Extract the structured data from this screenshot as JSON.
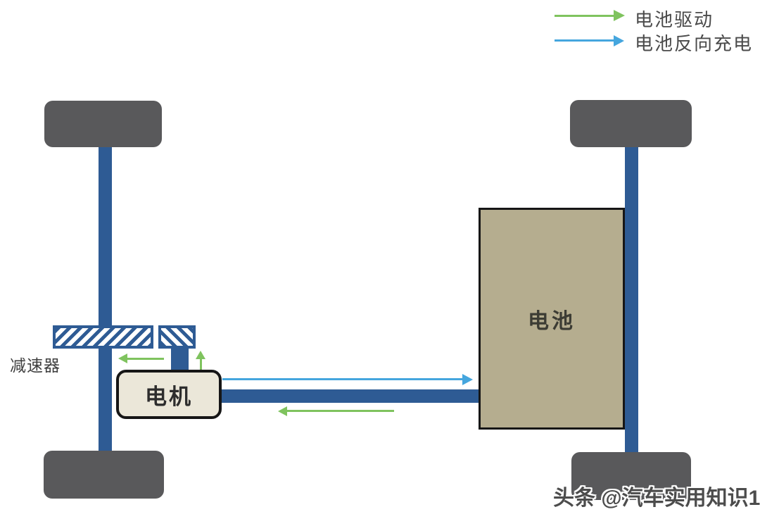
{
  "legend": {
    "items": [
      {
        "id": "battery-drive",
        "label": "电池驱动",
        "arrow_color": "#7fc35e"
      },
      {
        "id": "battery-reverse-charge",
        "label": "电池反向充电",
        "arrow_color": "#45a6de"
      }
    ]
  },
  "components": {
    "battery": {
      "label": "电池",
      "fill": "#b5ad8f"
    },
    "motor": {
      "label": "电机",
      "fill": "#ebe7d9"
    },
    "reducer": {
      "label": "减速器"
    }
  },
  "flows": [
    {
      "name": "reducer-output",
      "direction": "left",
      "color": "#7fc35e"
    },
    {
      "name": "motor-to-reducer",
      "direction": "up",
      "color": "#7fc35e"
    },
    {
      "name": "motor-to-battery-charge",
      "direction": "right",
      "color": "#45a6de"
    },
    {
      "name": "battery-to-motor-drive",
      "direction": "left",
      "color": "#7fc35e"
    }
  ],
  "watermark": {
    "text": "头条 @汽车实用知识1"
  },
  "colors": {
    "axle_blue": "#2e5b94",
    "wheel_gray": "#59595b",
    "battery_fill": "#b5ad8f",
    "motor_fill": "#ebe7d9",
    "drive_green": "#7fc35e",
    "charge_blue": "#45a6de",
    "outline_black": "#161616",
    "label_gray": "#4a4a4a"
  }
}
